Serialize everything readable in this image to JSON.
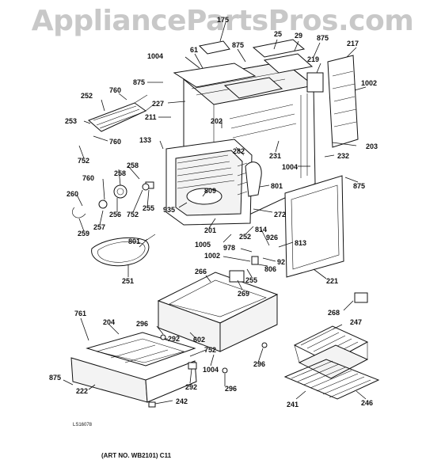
{
  "watermark": "AppliancePartsPros.com",
  "diagram_code": "LS16078",
  "art_no": "(ART NO. WB2101) C11",
  "labels": {
    "l175": "175",
    "l25": "25",
    "l29": "29",
    "l875a": "875",
    "l217": "217",
    "l1004a": "1004",
    "l61": "61",
    "l875b": "875",
    "l219": "219",
    "l875c": "875",
    "l1002a": "1002",
    "l760a": "760",
    "l252a": "252",
    "l227": "227",
    "l211": "211",
    "l253": "253",
    "l760b": "760",
    "l202": "202",
    "l133": "133",
    "l203": "203",
    "l752a": "752",
    "l282": "282",
    "l231": "231",
    "l232": "232",
    "l1004b": "1004",
    "l258a": "258",
    "l258b": "258",
    "l760c": "760",
    "l875d": "875",
    "l809": "809",
    "l801a": "801",
    "l260": "260",
    "l256": "256",
    "l752b": "752",
    "l255a": "255",
    "l935": "935",
    "l272": "272",
    "l259": "259",
    "l257": "257",
    "l201": "201",
    "l814": "814",
    "l252b": "252",
    "l926": "926",
    "l801b": "801",
    "l1005": "1005",
    "l978": "978",
    "l813": "813",
    "l1002b": "1002",
    "l92": "92",
    "l806": "806",
    "l255b": "255",
    "l221": "221",
    "l251": "251",
    "l266": "266",
    "l269": "269",
    "l268": "268",
    "l761": "761",
    "l204": "204",
    "l296a": "296",
    "l247": "247",
    "l292a": "292",
    "l602": "602",
    "l752c": "752",
    "l296b": "296",
    "l1004c": "1004",
    "l875e": "875",
    "l296c": "296",
    "l222": "222",
    "l292b": "292",
    "l242": "242",
    "l241": "241",
    "l246": "246"
  }
}
